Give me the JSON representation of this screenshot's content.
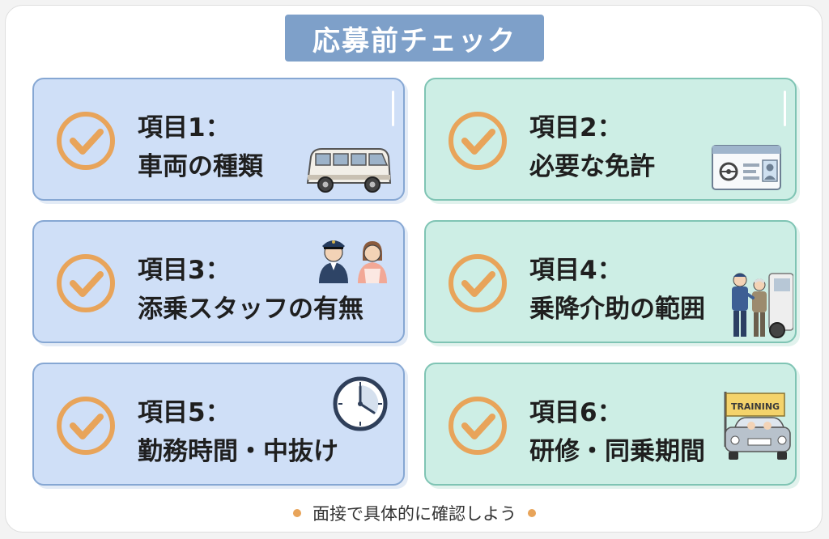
{
  "title": "応募前チェック",
  "colors": {
    "banner": "#7ea0c9",
    "blue_card": "#cfdff7",
    "green_card": "#cdeee5",
    "check": "#e8a45a"
  },
  "items": [
    {
      "label": "項目1：",
      "text": "車両の種類",
      "icon": "van-icon"
    },
    {
      "label": "項目2：",
      "text": "必要な免許",
      "icon": "license-card-icon"
    },
    {
      "label": "項目3：",
      "text": "添乗スタッフの有無",
      "icon": "staff-people-icon"
    },
    {
      "label": "項目4：",
      "text": "乗降介助の範囲",
      "icon": "assist-boarding-icon"
    },
    {
      "label": "項目5：",
      "text": "勤務時間・中抜け",
      "icon": "clock-icon"
    },
    {
      "label": "項目6：",
      "text": "研修・同乗期間",
      "icon": "training-car-icon"
    }
  ],
  "training_flag": "TRAINING",
  "footer": "面接で具体的に確認しよう"
}
